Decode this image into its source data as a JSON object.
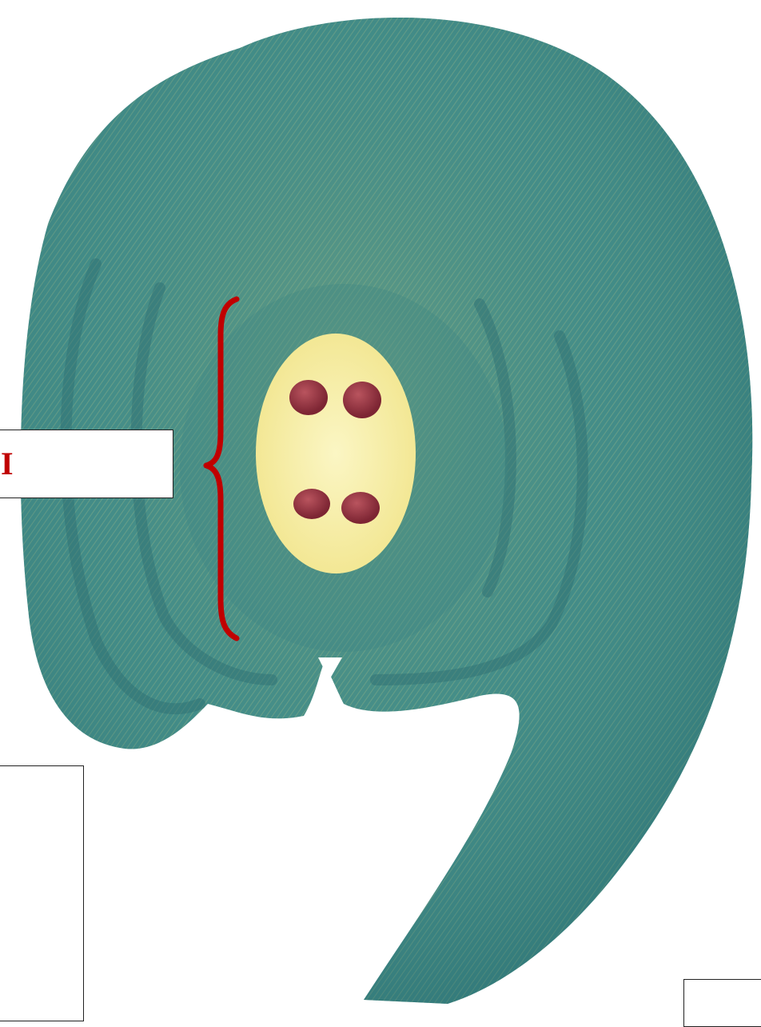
{
  "diagram": {
    "labels": [
      {
        "id": "I",
        "text": "I"
      }
    ],
    "colors": {
      "ovule_body": "#3d8a87",
      "ovule_highlight": "#8fae7a",
      "embryo_sac": "#f5ec9a",
      "nuclei": "#8a2e3a",
      "bracket": "#c00000",
      "label_text": "#c00000"
    },
    "nuclei_count": 4
  }
}
